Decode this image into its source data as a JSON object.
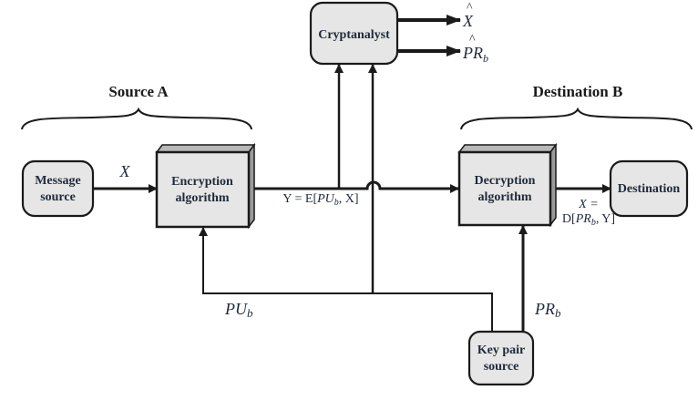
{
  "diagram": {
    "title": "Public-Key Cryptosystem: Secrecy",
    "groups": {
      "source": "Source A",
      "destination": "Destination B"
    },
    "nodes": {
      "message_source": [
        "Message",
        "source"
      ],
      "encryption": [
        "Encryption",
        "algorithm"
      ],
      "decryption": [
        "Decryption",
        "algorithm"
      ],
      "destination": "Destination",
      "cryptanalyst": "Cryptanalyst",
      "key_pair_source": [
        "Key pair",
        "source"
      ]
    },
    "labels": {
      "x_input": "X",
      "ciphertext_prefix": "Y = E[",
      "ciphertext_key": "PU",
      "ciphertext_sub": "b",
      "ciphertext_suffix": ", X]",
      "decrypt_line1": "X =",
      "decrypt_prefix": "D[",
      "decrypt_key": "PR",
      "decrypt_sub": "b",
      "decrypt_suffix": ", Y]",
      "public_key": "PU",
      "public_key_sub": "b",
      "private_key": "PR",
      "private_key_sub": "b",
      "estimate_x": "X",
      "estimate_key": "PR",
      "estimate_key_sub": "b",
      "hat": "^"
    },
    "colors": {
      "box_fill": "#e6e6e6",
      "box_side": "#9a9a9a",
      "stroke": "#1a1a1a",
      "text": "#1f2a3a"
    }
  }
}
